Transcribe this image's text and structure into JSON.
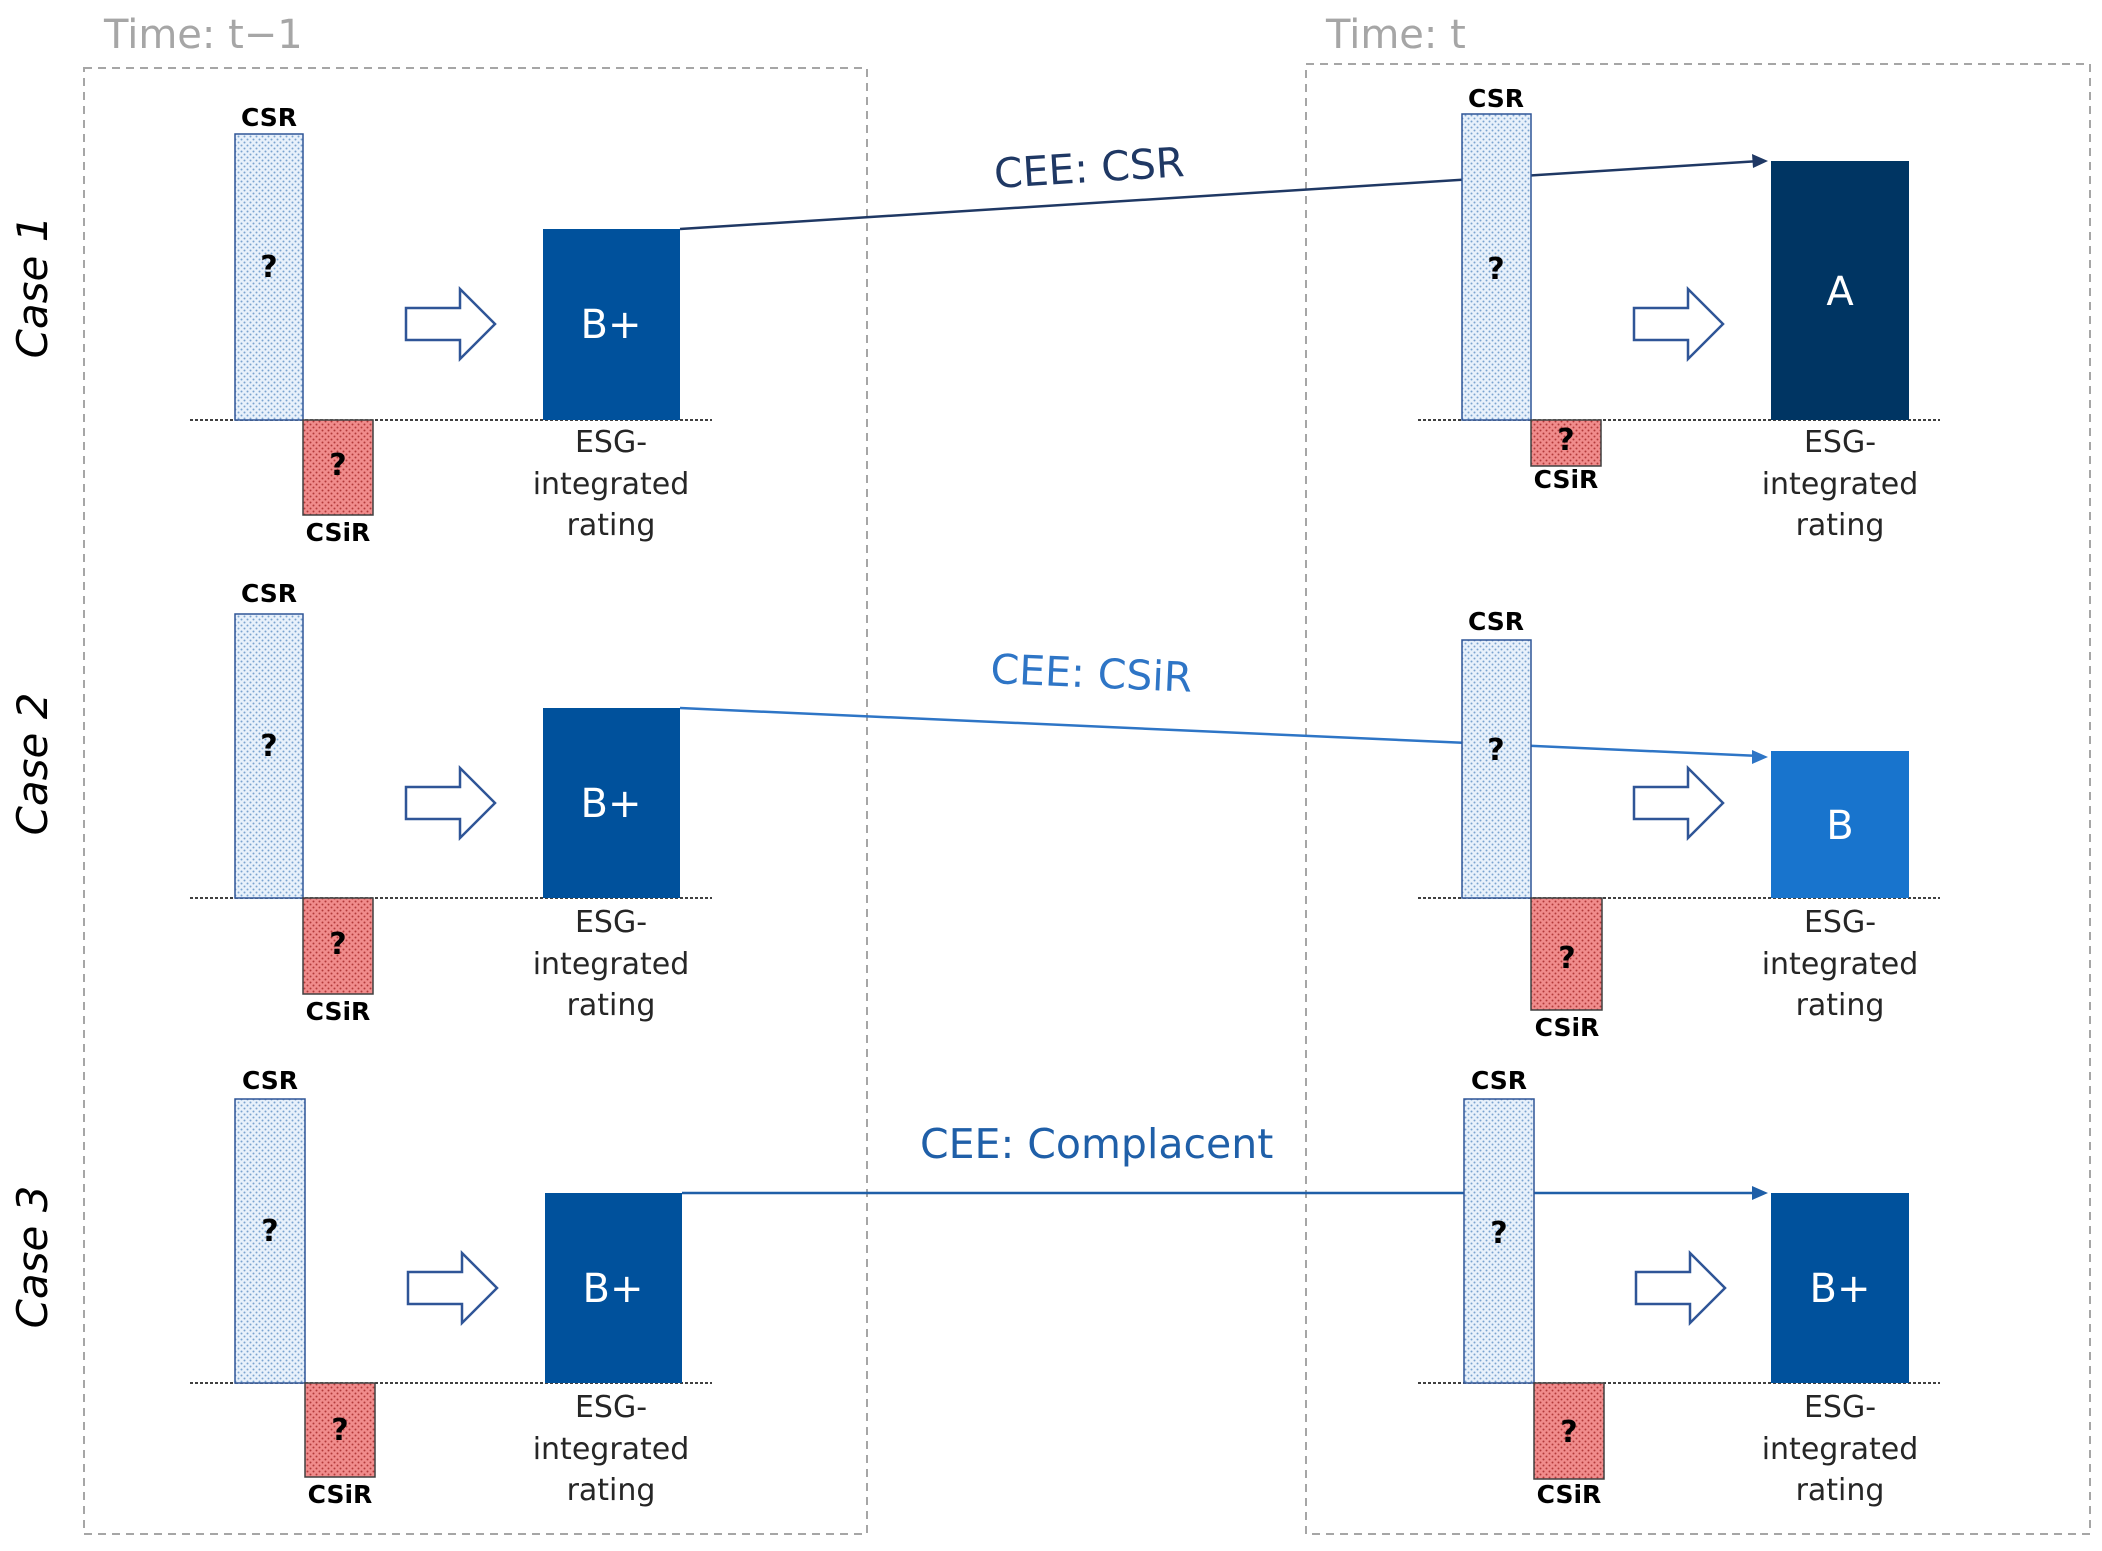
{
  "headers": {
    "left": "Time: t−1",
    "right": "Time: t"
  },
  "cases": [
    {
      "label": "Case 1",
      "before": {
        "csr_label": "CSR",
        "csr_value": "?",
        "csir_label": "CSiR",
        "csir_value": "?",
        "rating": "B+",
        "rating_color": "#00519c"
      },
      "after": {
        "csr_label": "CSR",
        "csr_value": "?",
        "csir_label": "CSiR",
        "csir_value": "?",
        "rating": "A",
        "rating_color": "#003563"
      },
      "transition": {
        "label": "CEE: CSR",
        "color": "#1f3864"
      }
    },
    {
      "label": "Case 2",
      "before": {
        "csr_label": "CSR",
        "csr_value": "?",
        "csir_label": "CSiR",
        "csir_value": "?",
        "rating": "B+",
        "rating_color": "#00519c"
      },
      "after": {
        "csr_label": "CSR",
        "csr_value": "?",
        "csir_label": "CSiR",
        "csir_value": "?",
        "rating": "B",
        "rating_color": "#1874cd"
      },
      "transition": {
        "label": "CEE: CSiR",
        "color": "#2e75c6"
      }
    },
    {
      "label": "Case 3",
      "before": {
        "csr_label": "CSR",
        "csr_value": "?",
        "csir_label": "CSiR",
        "csir_value": "?",
        "rating": "B+",
        "rating_color": "#00519c"
      },
      "after": {
        "csr_label": "CSR",
        "csr_value": "?",
        "csir_label": "CSiR",
        "csir_value": "?",
        "rating": "B+",
        "rating_color": "#00519c"
      },
      "transition": {
        "label": "CEE: Complacent",
        "color": "#1f5fa8"
      }
    }
  ],
  "rating_caption": [
    "ESG-",
    "integrated",
    "rating"
  ],
  "colors": {
    "csr_fill": "#e8f1fb",
    "csr_dots": "#7aa3d0",
    "csir_fill": "#f08c8c",
    "csir_dots": "#b23a3a",
    "frame_dash": "#a6a6a6",
    "arrow_outline": "#2f5597",
    "header_text": "#a6a6a6"
  }
}
